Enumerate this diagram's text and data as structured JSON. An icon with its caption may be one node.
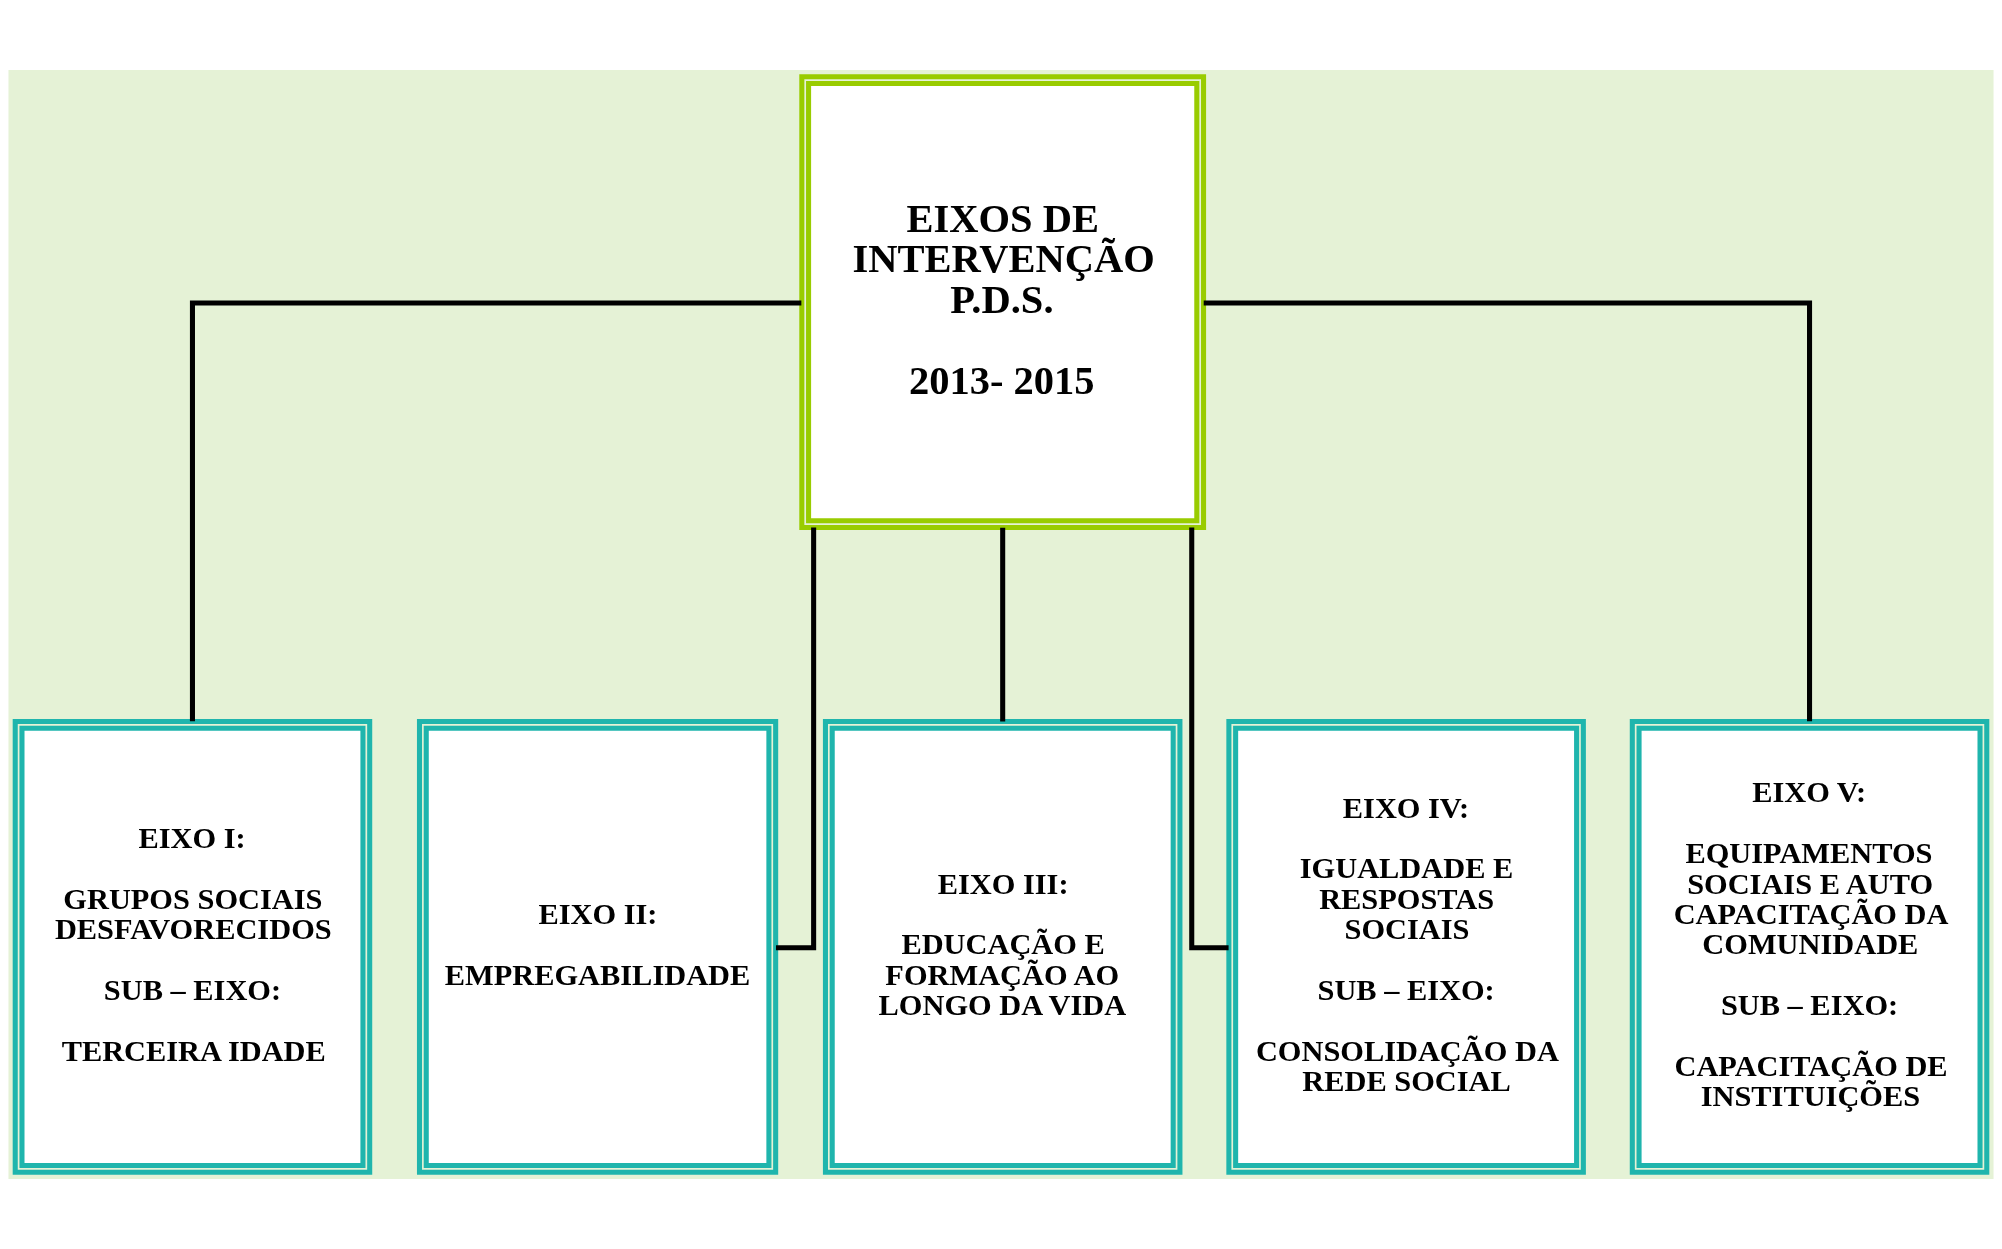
{
  "diagram": {
    "nodes": [
      {
        "text": [
          "EIXOS DE INTERVENÇÃO P.D.S.",
          "2013- 2015"
        ]
      },
      {
        "text": [
          "EIXO I:",
          "GRUPOS SOCIAIS DESFAVORECIDOS",
          "SUB – EIXO:",
          "TERCEIRA IDADE"
        ]
      },
      {
        "text": [
          "EIXO II:",
          "EMPREGABILIDADE"
        ]
      },
      {
        "text": [
          "EIXO III:",
          "EDUCAÇÃO E FORMAÇÃO AO LONGO DA VIDA"
        ]
      },
      {
        "text": [
          "EIXO IV:",
          "IGUALDADE E RESPOSTAS SOCIAIS",
          "SUB – EIXO:",
          "CONSOLIDAÇÃO DA REDE SOCIAL"
        ]
      },
      {
        "text": [
          "EIXO V:",
          "EQUIPAMENTOS SOCIAIS E AUTO CAPACITAÇÃO DA COMUNIDADE",
          "SUB – EIXO:",
          "CAPACITAÇÃO DE INSTITUIÇÕES"
        ]
      }
    ],
    "edges": [
      {
        "from": 0,
        "to": 1,
        "arrow": "none"
      },
      {
        "from": 0,
        "to": 2,
        "arrow": "none"
      },
      {
        "from": 0,
        "to": 3,
        "arrow": "none"
      },
      {
        "from": 0,
        "to": 4,
        "arrow": "none"
      },
      {
        "from": 0,
        "to": 5,
        "arrow": "none"
      }
    ]
  }
}
